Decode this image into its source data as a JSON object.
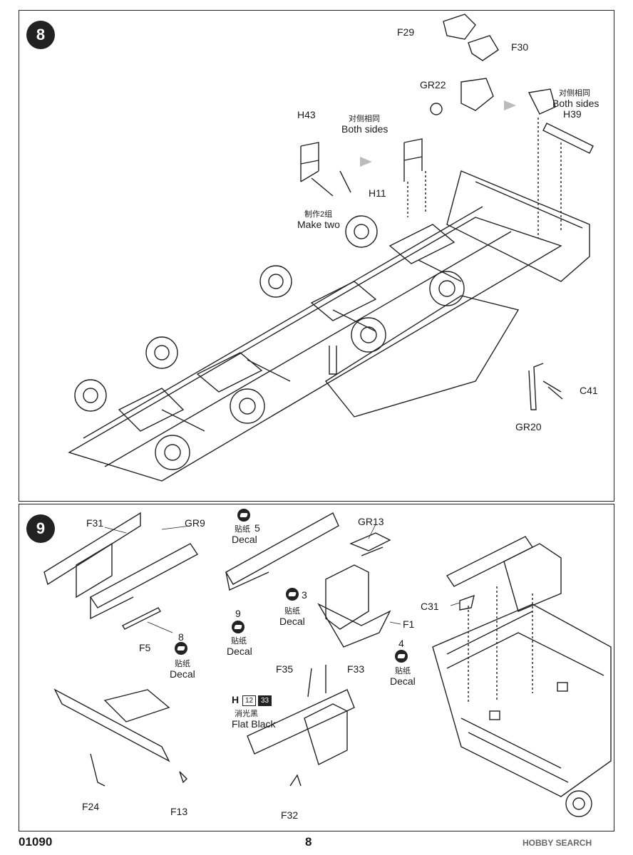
{
  "step8": {
    "number": "8",
    "parts": {
      "f29": "F29",
      "f30": "F30",
      "gr22": "GR22",
      "h39": "H39",
      "h43": "H43",
      "h11": "H11",
      "c41": "C41",
      "gr20": "GR20"
    },
    "notes": {
      "both_sides_left_cn": "对侧相同",
      "both_sides_left_en": "Both sides",
      "both_sides_right_cn": "对侧相同",
      "both_sides_right_en": "Both sides",
      "make_two_cn": "制作2组",
      "make_two_en": "Make two"
    }
  },
  "step9": {
    "number": "9",
    "parts": {
      "f31": "F31",
      "gr9": "GR9",
      "f5": "F5",
      "gr13": "GR13",
      "f1": "F1",
      "c31": "C31",
      "f35": "F35",
      "f33": "F33",
      "f24": "F24",
      "f13": "F13",
      "f32": "F32"
    },
    "decals": {
      "d5_num": "5",
      "d5_cn": "贴纸",
      "d5_en": "Decal",
      "d3_num": "3",
      "d3_cn": "贴纸",
      "d3_en": "Decal",
      "d9_num": "9",
      "d9_cn": "贴纸",
      "d9_en": "Decal",
      "d8_num": "8",
      "d8_cn": "贴纸",
      "d8_en": "Decal",
      "d4_num": "4",
      "d4_cn": "贴纸",
      "d4_en": "Decal"
    },
    "paint": {
      "letter": "H",
      "code1": "12",
      "code2": "33",
      "cn": "消光黑",
      "en": "Flat Black"
    }
  },
  "footer": {
    "kit_number": "01090",
    "page_number": "8",
    "watermark": "HOBBY SEARCH"
  }
}
